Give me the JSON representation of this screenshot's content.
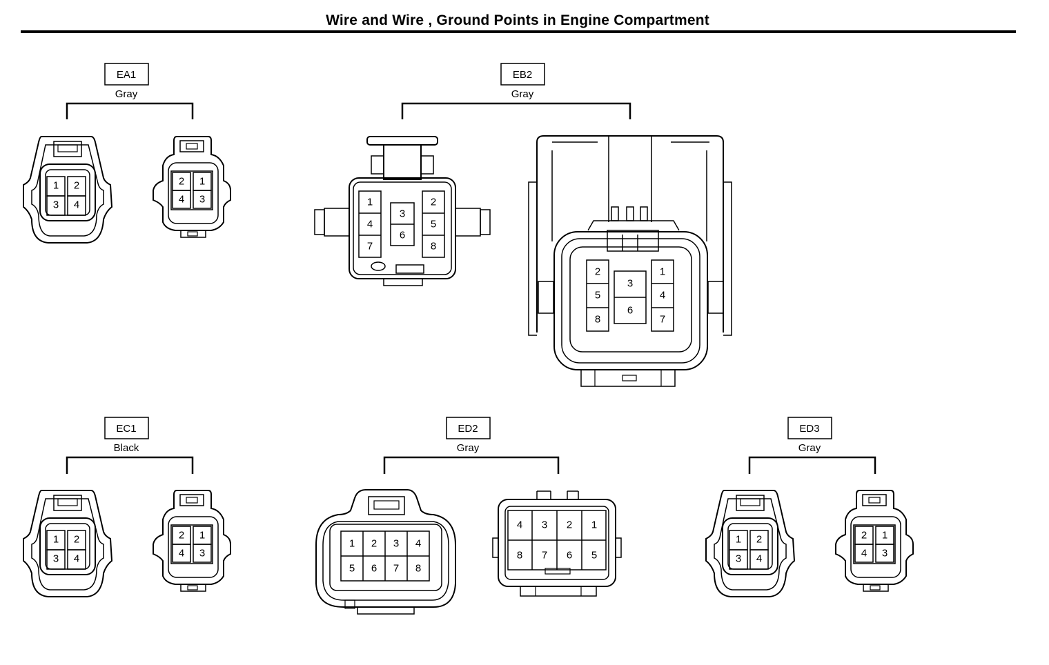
{
  "title": "Wire and Wire , Ground Points in Engine Compartment",
  "connectors": [
    {
      "id": "EA1",
      "color": "Gray",
      "left_pins": [
        "1",
        "2",
        "3",
        "4"
      ],
      "right_pins": [
        "2",
        "1",
        "4",
        "3"
      ]
    },
    {
      "id": "EB2",
      "color": "Gray",
      "left_pins": [
        "1",
        "4",
        "7",
        "3",
        "6",
        "2",
        "5",
        "8"
      ],
      "right_pins": [
        "2",
        "5",
        "8",
        "3",
        "6",
        "1",
        "4",
        "7"
      ]
    },
    {
      "id": "EC1",
      "color": "Black",
      "left_pins": [
        "1",
        "2",
        "3",
        "4"
      ],
      "right_pins": [
        "2",
        "1",
        "4",
        "3"
      ]
    },
    {
      "id": "ED2",
      "color": "Gray",
      "left_pins": [
        "1",
        "2",
        "3",
        "4",
        "5",
        "6",
        "7",
        "8"
      ],
      "right_pins": [
        "4",
        "3",
        "2",
        "1",
        "8",
        "7",
        "6",
        "5"
      ]
    },
    {
      "id": "ED3",
      "color": "Gray",
      "left_pins": [
        "1",
        "2",
        "3",
        "4"
      ],
      "right_pins": [
        "2",
        "1",
        "4",
        "3"
      ]
    }
  ]
}
